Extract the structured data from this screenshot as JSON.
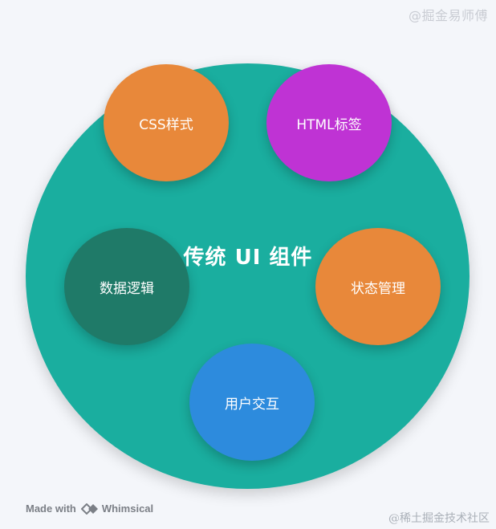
{
  "watermark_top": "@掘金易师傅",
  "diagram": {
    "center_title": "传统 UI 组件",
    "nodes": {
      "css": {
        "label": "CSS样式",
        "color": "#e8883a"
      },
      "html": {
        "label": "HTML标签",
        "color": "#bf33d4"
      },
      "data": {
        "label": "数据逻辑",
        "color": "#1f7a68"
      },
      "state": {
        "label": "状态管理",
        "color": "#e8883a"
      },
      "user": {
        "label": "用户交互",
        "color": "#2d8bdd"
      }
    },
    "container_color": "#1aae9f"
  },
  "footer": {
    "made_with": "Made with",
    "brand": "Whimsical"
  },
  "watermark_bottom": "@稀土掘金技术社区"
}
